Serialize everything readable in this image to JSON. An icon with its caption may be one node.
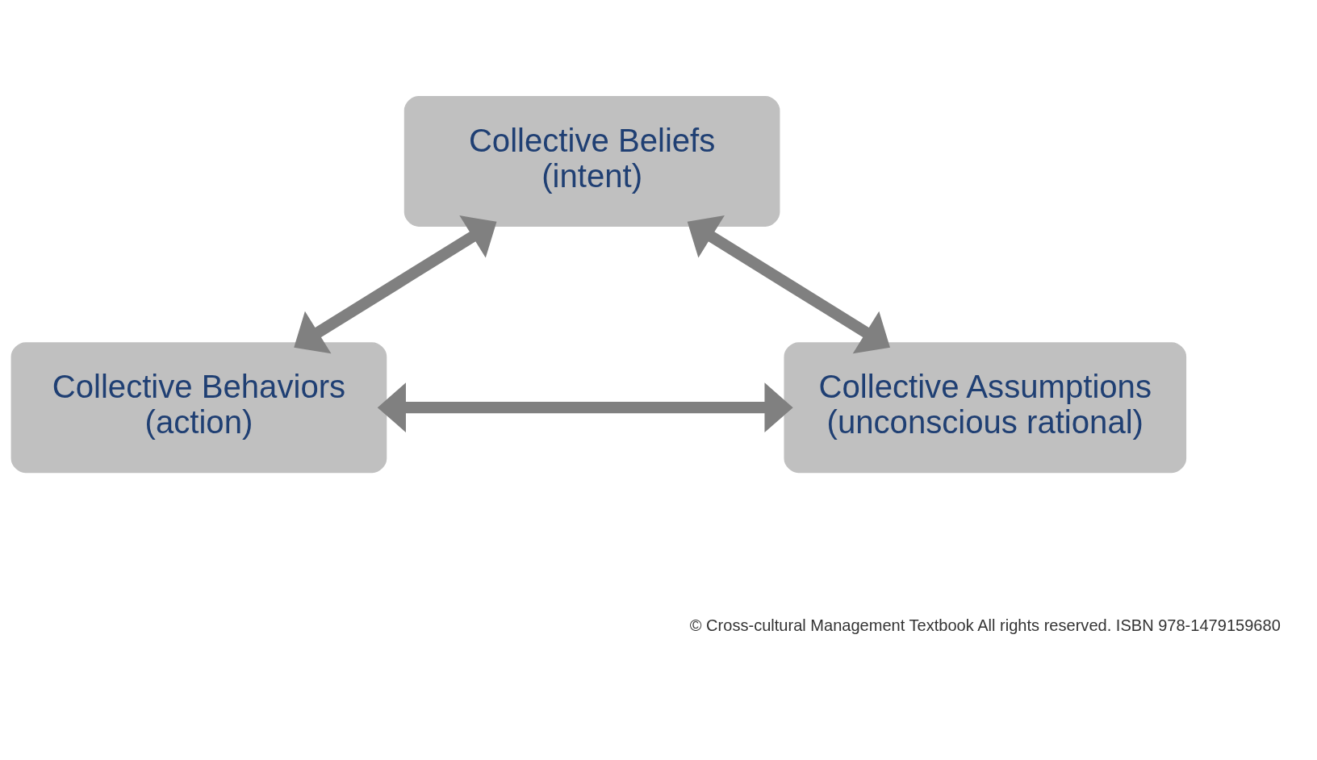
{
  "diagram": {
    "nodes": [
      {
        "text": [
          "Collective Beliefs (intent)"
        ]
      },
      {
        "text": [
          "Collective Behaviors (action)"
        ]
      },
      {
        "text": [
          "Collective Assumptions (unconscious rational)"
        ]
      }
    ],
    "edges": [
      {
        "from": 0,
        "to": 1,
        "arrow": "both"
      },
      {
        "from": 0,
        "to": 2,
        "arrow": "both"
      },
      {
        "from": 1,
        "to": 2,
        "arrow": "both"
      }
    ],
    "labels": [
      "© Cross-cultural Management Textbook All rights reserved. ISBN 978-1479159680"
    ]
  }
}
